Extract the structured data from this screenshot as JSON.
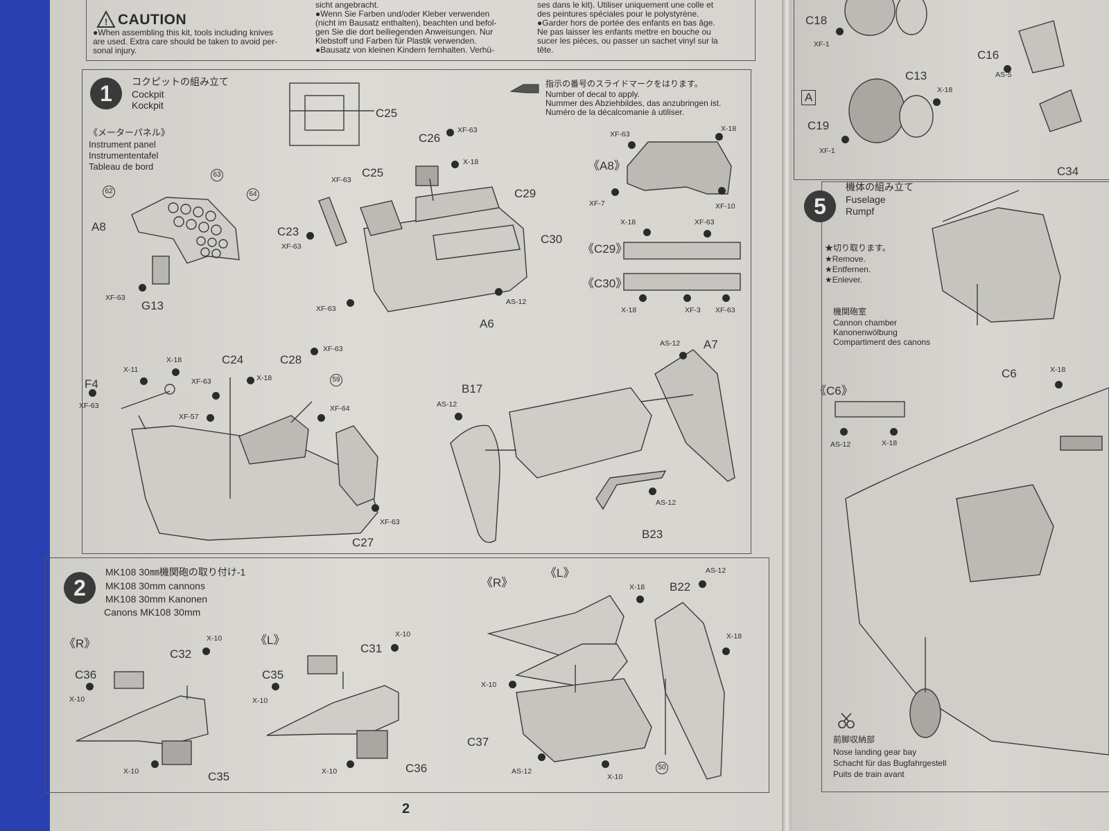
{
  "caution": {
    "title": "CAUTION",
    "lines": [
      "●When assembling this kit, tools including knives",
      "are used. Extra care should be taken to avoid per-",
      "sonal injury."
    ],
    "de_lines": [
      "sicht angebracht.",
      "●Wenn Sie Farben und/oder Kleber verwenden",
      "(nicht im Bausatz enthalten), beachten und befol-",
      "gen Sie die dort beiliegenden Anweisungen. Nur",
      "Klebstoff und Farben für Plastik verwenden.",
      "●Bausatz von kleinen Kindern fernhalten. Verhü-"
    ],
    "fr_lines": [
      "ses dans le kit). Utiliser uniquement une colle et",
      "des peintures spéciales pour le polystyrène.",
      "●Garder hors de portée des enfants en bas âge.",
      "Ne pas laisser les enfants mettre en bouche ou",
      "sucer les pièces, ou passer un sachet vinyl sur la",
      "tête."
    ]
  },
  "step1": {
    "number": "1",
    "title_jp": "コクピットの組み立て",
    "title_en": "Cockpit",
    "title_de": "Kockpit",
    "panel_jp": "《メーターパネル》",
    "panel_en": "Instrument panel",
    "panel_de": "Instrumententafel",
    "panel_fr": "Tableau de bord",
    "decal_jp": "指示の番号のスライドマークをはります。",
    "decal_en": "Number of decal to apply.",
    "decal_de": "Nummer des Abziehbildes, das anzubringen ist.",
    "decal_fr": "Numéro de la décalcomanie à utiliser.",
    "labels": {
      "a8": "A8",
      "g13": "G13",
      "c25a": "C25",
      "c25b": "C25",
      "c26": "C26",
      "c29": "C29",
      "c30": "C30",
      "c23": "C23",
      "a6": "A6",
      "a8b": "《A8》",
      "c29b": "《C29》",
      "c30b": "《C30》",
      "f4": "F4",
      "c24": "C24",
      "c28": "C28",
      "c27": "C27",
      "b17": "B17",
      "a7": "A7",
      "b23": "B23"
    },
    "paints": {
      "xf63_a": "XF-63",
      "xf63_b": "XF-63",
      "xf63_c": "XF-63",
      "xf63_d": "XF-63",
      "xf63_e": "XF-63",
      "x18_a": "X-18",
      "as12_a": "AS-12",
      "xf63_f": "XF-63",
      "x18_b": "X-18",
      "xf7": "XF-7",
      "xf10": "XF-10",
      "x18_c": "X-18",
      "xf63_g": "XF-63",
      "x18_d": "X-18",
      "xf3": "XF-3",
      "xf63_h": "XF-63",
      "x11": "X-11",
      "x18_e": "X-18",
      "xf63_i": "XF-63",
      "xf63_j": "XF-63",
      "x18_f": "X-18",
      "xf57": "XF-57",
      "xf63_k": "XF-63",
      "xf64": "XF-64",
      "xf63_l": "XF-63",
      "as12_b": "AS-12",
      "as12_c": "AS-12",
      "as12_d": "AS-12"
    },
    "decals": {
      "d62": "62",
      "d63": "63",
      "d64": "64",
      "d59": "59"
    }
  },
  "step2": {
    "number": "2",
    "title_jp": "MK108 30㎜機関砲の取り付け-1",
    "title_en": "MK108 30mm cannons",
    "title_de": "MK108 30mm Kanonen",
    "title_fr": "Canons MK108 30mm",
    "labels": {
      "r1": "《R》",
      "l1": "《L》",
      "r2": "《R》",
      "l2": "《L》",
      "c36a": "C36",
      "c32": "C32",
      "c35a": "C35",
      "c35b": "C35",
      "c31": "C31",
      "c36b": "C36",
      "c37": "C37",
      "b22": "B22"
    },
    "paints": {
      "x10_a": "X-10",
      "x10_b": "X-10",
      "x10_c": "X-10",
      "x10_d": "X-10",
      "x10_e": "X-10",
      "x10_f": "X-10",
      "x10_g": "X-10",
      "x10_h": "X-10",
      "x18_a": "X-18",
      "x18_b": "X-18",
      "as12_a": "AS-12",
      "as12_b": "AS-12"
    },
    "decals": {
      "d50": "50"
    }
  },
  "right": {
    "labels": {
      "c18": "C18",
      "c16": "C16",
      "c13": "C13",
      "c19": "C19",
      "a": "A",
      "c34": "C34",
      "c6": "C6",
      "c6b": "《C6》"
    },
    "paints": {
      "xf1_a": "XF-1",
      "as5": "AS-5",
      "x18_a": "X-18",
      "xf1_b": "XF-1",
      "x18_b": "X-18",
      "as12": "AS-12",
      "x18_c": "X-18"
    },
    "step5": {
      "number": "5",
      "title_jp": "機体の組み立て",
      "title_en": "Fuselage",
      "title_de": "Rumpf",
      "remove_jp": "★切り取ります。",
      "remove_en": "★Remove.",
      "remove_de": "★Entfernen.",
      "remove_fr": "★Enlever.",
      "cannon_jp": "機関砲室",
      "cannon_en": "Cannon chamber",
      "cannon_de": "Kanonenwölbung",
      "cannon_fr": "Compartiment des canons",
      "gear_jp": "前脚収納部",
      "gear_en": "Nose landing gear bay",
      "gear_de": "Schacht für das Bugfahrgestell",
      "gear_fr": "Puits de train avant"
    }
  },
  "page_number": "2"
}
